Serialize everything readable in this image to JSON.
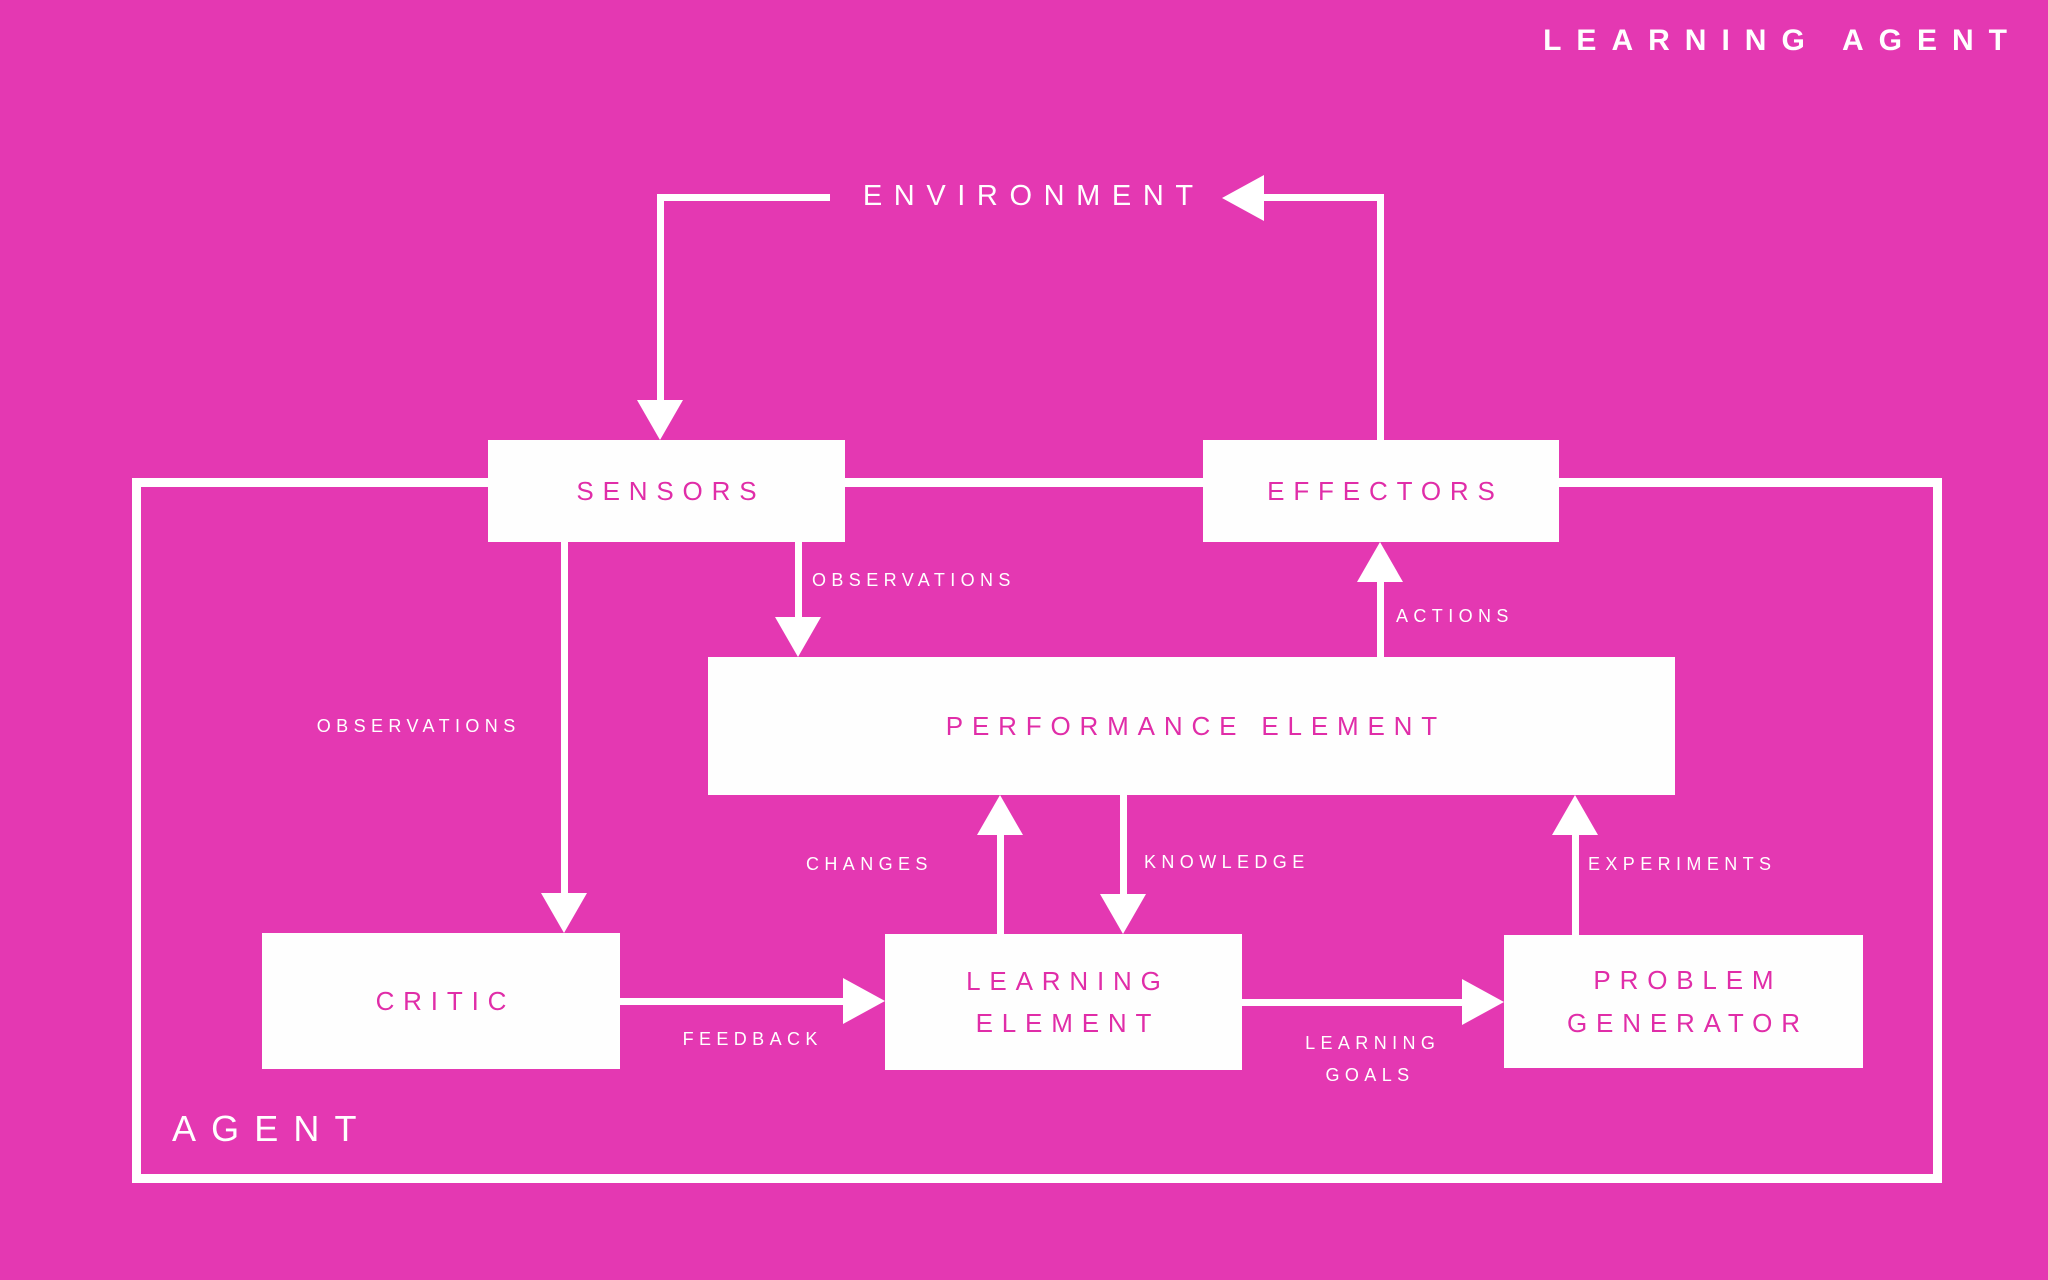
{
  "title": "LEARNING AGENT",
  "colors": {
    "background": "#E438B2",
    "node_fill": "#FEFEFE",
    "node_text": "#E02DA8",
    "line_and_label": "#FFFFFF"
  },
  "nodes": {
    "environment": "ENVIRONMENT",
    "sensors": "SENSORS",
    "effectors": "EFFECTORS",
    "performance_element": "PERFORMANCE ELEMENT",
    "critic": "CRITIC",
    "learning_element_line1": "LEARNING",
    "learning_element_line2": "ELEMENT",
    "problem_generator_line1": "PROBLEM",
    "problem_generator_line2": "GENERATOR"
  },
  "boundary": {
    "agent_label": "AGENT"
  },
  "edge_labels": {
    "observations_left": "OBSERVATIONS",
    "observations_right": "OBSERVATIONS",
    "actions": "ACTIONS",
    "changes": "CHANGES",
    "knowledge": "KNOWLEDGE",
    "experiments": "EXPERIMENTS",
    "feedback": "FEEDBACK",
    "learning_goals_line1": "LEARNING",
    "learning_goals_line2": "GOALS"
  }
}
